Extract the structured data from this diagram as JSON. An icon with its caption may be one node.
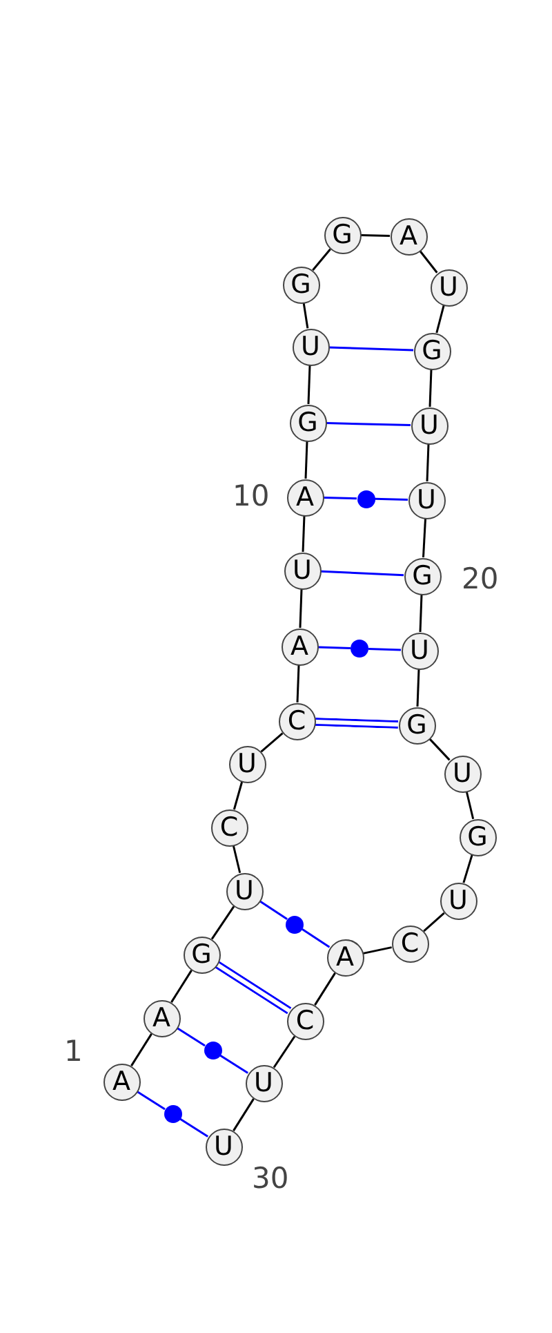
{
  "diagram": {
    "nodes": [
      {
        "text": [
          "A"
        ],
        "beside": [
          "1"
        ]
      },
      {
        "text": [
          "A"
        ]
      },
      {
        "text": [
          "G"
        ]
      },
      {
        "text": [
          "U"
        ]
      },
      {
        "text": [
          "C"
        ]
      },
      {
        "text": [
          "U"
        ]
      },
      {
        "text": [
          "C"
        ]
      },
      {
        "text": [
          "A"
        ]
      },
      {
        "text": [
          "U"
        ]
      },
      {
        "text": [
          "A"
        ],
        "beside": [
          "10"
        ]
      },
      {
        "text": [
          "G"
        ]
      },
      {
        "text": [
          "U"
        ]
      },
      {
        "text": [
          "G"
        ]
      },
      {
        "text": [
          "G"
        ]
      },
      {
        "text": [
          "A"
        ]
      },
      {
        "text": [
          "U"
        ]
      },
      {
        "text": [
          "G"
        ]
      },
      {
        "text": [
          "U"
        ]
      },
      {
        "text": [
          "U"
        ]
      },
      {
        "text": [
          "G"
        ],
        "beside": [
          "20"
        ]
      },
      {
        "text": [
          "U"
        ]
      },
      {
        "text": [
          "G"
        ]
      },
      {
        "text": [
          "U"
        ]
      },
      {
        "text": [
          "G"
        ]
      },
      {
        "text": [
          "U"
        ]
      },
      {
        "text": [
          "C"
        ]
      },
      {
        "text": [
          "A"
        ]
      },
      {
        "text": [
          "C"
        ]
      },
      {
        "text": [
          "U"
        ]
      },
      {
        "text": [
          "U"
        ],
        "beside": [
          "30"
        ]
      },
      {
        "text": [],
        "shape": "circle"
      },
      {
        "text": [],
        "shape": "circle"
      },
      {
        "text": [],
        "shape": "circle"
      },
      {
        "text": [],
        "shape": "circle"
      },
      {
        "text": [],
        "shape": "circle"
      }
    ],
    "edges": [
      {
        "from": 0,
        "to": 1,
        "arrow": "none"
      },
      {
        "from": 1,
        "to": 2,
        "arrow": "none"
      },
      {
        "from": 2,
        "to": 3,
        "arrow": "none"
      },
      {
        "from": 3,
        "to": 4,
        "arrow": "none"
      },
      {
        "from": 4,
        "to": 5,
        "arrow": "none"
      },
      {
        "from": 5,
        "to": 6,
        "arrow": "none"
      },
      {
        "from": 6,
        "to": 7,
        "arrow": "none"
      },
      {
        "from": 7,
        "to": 8,
        "arrow": "none"
      },
      {
        "from": 8,
        "to": 9,
        "arrow": "none"
      },
      {
        "from": 9,
        "to": 10,
        "arrow": "none"
      },
      {
        "from": 10,
        "to": 11,
        "arrow": "none"
      },
      {
        "from": 11,
        "to": 12,
        "arrow": "none"
      },
      {
        "from": 12,
        "to": 13,
        "arrow": "none"
      },
      {
        "from": 13,
        "to": 14,
        "arrow": "none"
      },
      {
        "from": 14,
        "to": 15,
        "arrow": "none"
      },
      {
        "from": 15,
        "to": 16,
        "arrow": "none"
      },
      {
        "from": 16,
        "to": 17,
        "arrow": "none"
      },
      {
        "from": 17,
        "to": 18,
        "arrow": "none"
      },
      {
        "from": 18,
        "to": 19,
        "arrow": "none"
      },
      {
        "from": 19,
        "to": 20,
        "arrow": "none"
      },
      {
        "from": 20,
        "to": 21,
        "arrow": "none"
      },
      {
        "from": 21,
        "to": 22,
        "arrow": "none"
      },
      {
        "from": 22,
        "to": 23,
        "arrow": "none"
      },
      {
        "from": 23,
        "to": 24,
        "arrow": "none"
      },
      {
        "from": 24,
        "to": 25,
        "arrow": "none"
      },
      {
        "from": 25,
        "to": 26,
        "arrow": "none"
      },
      {
        "from": 26,
        "to": 27,
        "arrow": "none"
      },
      {
        "from": 27,
        "to": 28,
        "arrow": "none"
      },
      {
        "from": 28,
        "to": 29,
        "arrow": "none"
      },
      {
        "from": 0,
        "to": 34,
        "arrow": "none",
        "color": "#0000ff"
      },
      {
        "from": 34,
        "to": 29,
        "arrow": "none",
        "color": "#0000ff"
      },
      {
        "from": 1,
        "to": 33,
        "arrow": "none",
        "color": "#0000ff"
      },
      {
        "from": 33,
        "to": 28,
        "arrow": "none",
        "color": "#0000ff"
      },
      {
        "from": 2,
        "to": 27,
        "arrow": "none",
        "style": "thick",
        "color": "#0000ff"
      },
      {
        "from": 3,
        "to": 32,
        "arrow": "none",
        "color": "#0000ff"
      },
      {
        "from": 32,
        "to": 26,
        "arrow": "none",
        "color": "#0000ff"
      },
      {
        "from": 6,
        "to": 21,
        "arrow": "none",
        "style": "thick",
        "color": "#0000ff"
      },
      {
        "from": 7,
        "to": 31,
        "arrow": "none",
        "color": "#0000ff"
      },
      {
        "from": 31,
        "to": 20,
        "arrow": "none",
        "color": "#0000ff"
      },
      {
        "from": 8,
        "to": 19,
        "arrow": "none",
        "color": "#0000ff"
      },
      {
        "from": 9,
        "to": 30,
        "arrow": "none",
        "color": "#0000ff"
      },
      {
        "from": 30,
        "to": 18,
        "arrow": "none",
        "color": "#0000ff"
      },
      {
        "from": 10,
        "to": 17,
        "arrow": "none",
        "color": "#0000ff"
      },
      {
        "from": 11,
        "to": 16,
        "arrow": "none",
        "color": "#0000ff"
      }
    ]
  }
}
